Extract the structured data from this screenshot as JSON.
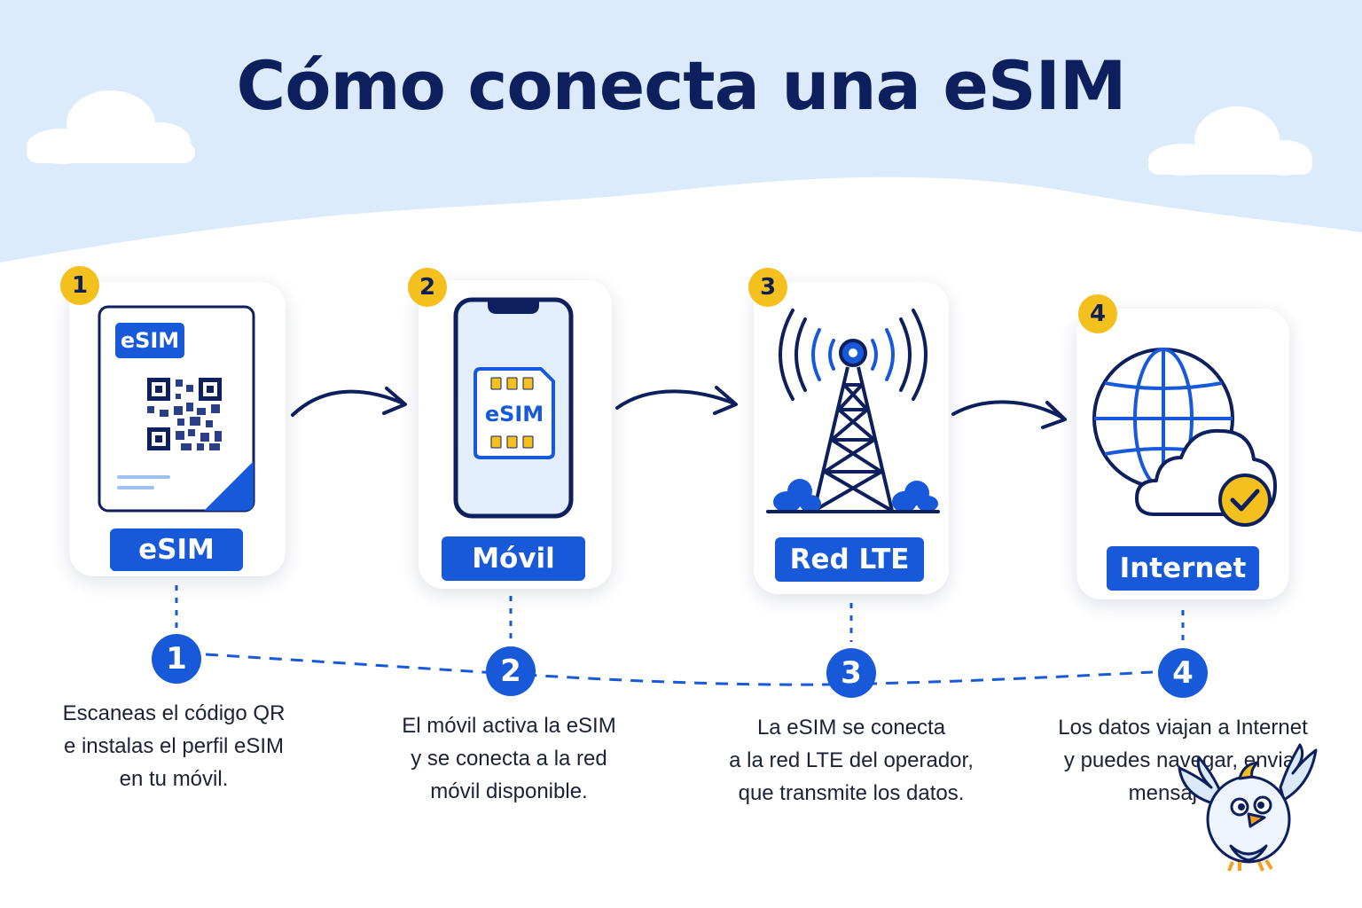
{
  "title": "Cómo conecta una eSIM",
  "colors": {
    "navy": "#0d1f5c",
    "blue": "#1759d9",
    "yellow": "#f4c01e",
    "sky": "#dcebfb"
  },
  "steps": [
    {
      "badge": "1",
      "label": "eSIM",
      "card_tag": "eSIM",
      "number": "1",
      "icon": "esim-qr-card-icon",
      "desc": [
        "Escaneas el código QR",
        "e instalas el perfil eSIM",
        "en tu móvil."
      ]
    },
    {
      "badge": "2",
      "label": "Móvil",
      "chip_text": "eSIM",
      "number": "2",
      "icon": "smartphone-icon",
      "desc": [
        "El móvil activa la eSIM",
        "y se conecta a la red",
        "móvil disponible."
      ]
    },
    {
      "badge": "3",
      "label": "Red LTE",
      "number": "3",
      "icon": "cell-tower-icon",
      "desc": [
        "La eSIM se conecta",
        "a la red LTE del operador,",
        "que transmite los datos."
      ]
    },
    {
      "badge": "4",
      "label": "Internet",
      "number": "4",
      "icon": "globe-cloud-check-icon",
      "desc": [
        "Los datos viajan a Internet",
        "y puedes navegar, enviar",
        "mensajes..."
      ]
    }
  ],
  "mascot": {
    "icon": "bird-mascot-icon"
  }
}
